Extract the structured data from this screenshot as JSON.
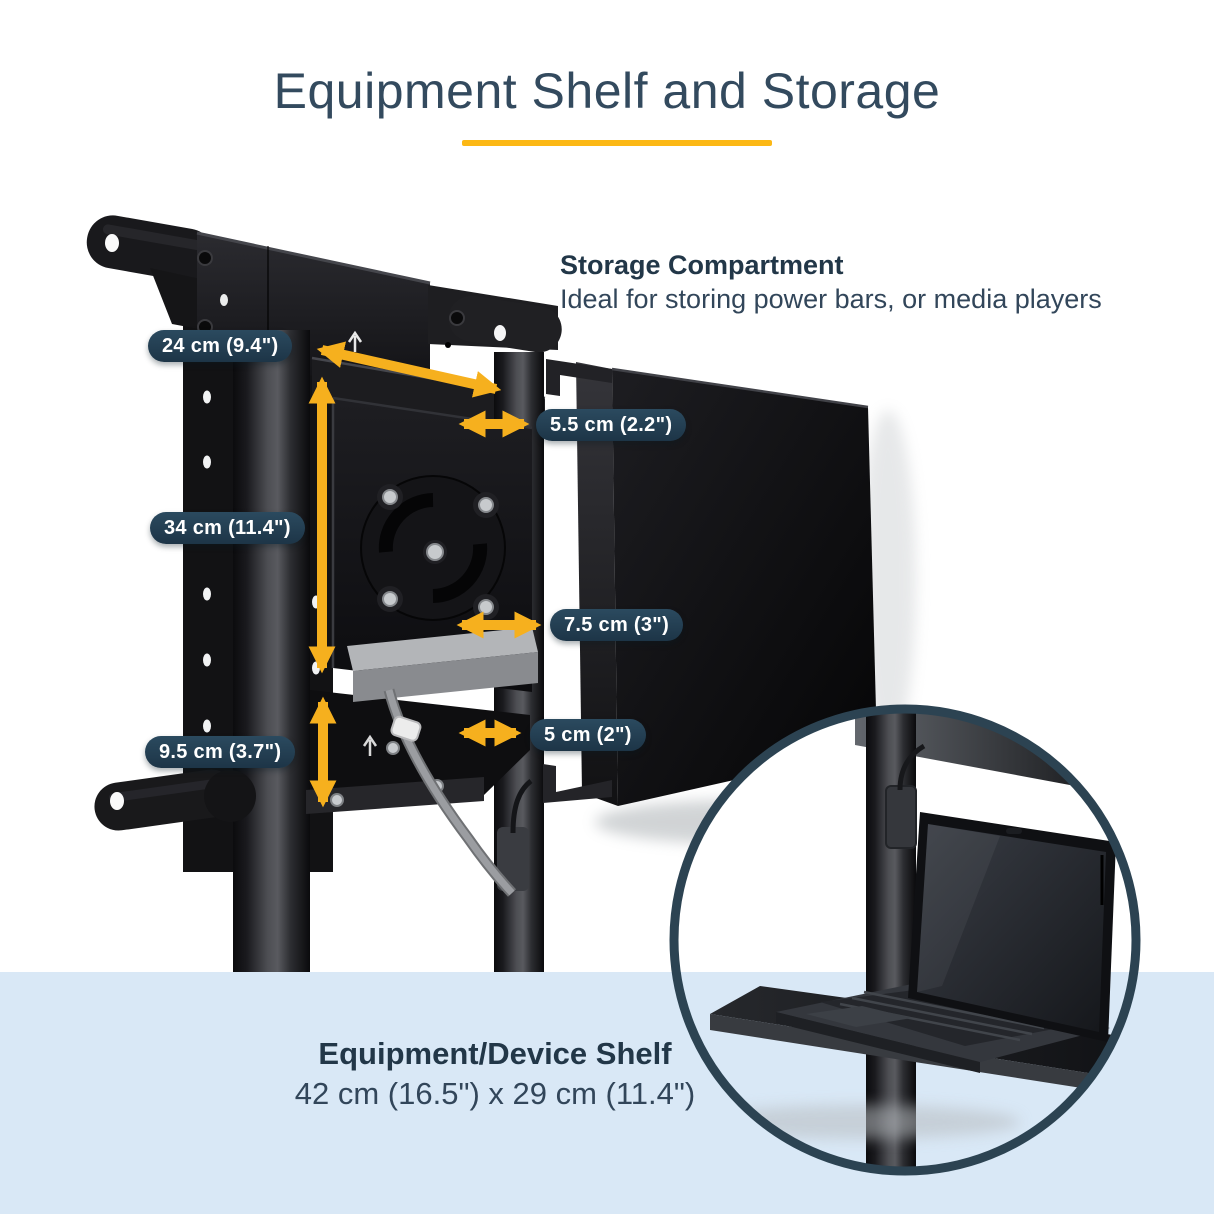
{
  "page": {
    "title": "Equipment Shelf and Storage"
  },
  "storage_compartment": {
    "heading": "Storage Compartment",
    "description": "Ideal for storing power bars, or media players"
  },
  "dimension_callouts": {
    "mount_width": "24 cm (9.4\")",
    "upper_depth": "5.5 cm (2.2\")",
    "mount_height": "34 cm (11.4\")",
    "lower_depth": "7.5 cm (3\")",
    "lower_height": "9.5 cm (3.7\")",
    "gap_depth": "5 cm (2\")"
  },
  "device_shelf": {
    "heading": "Equipment/Device Shelf",
    "dimensions": "42 cm (16.5\") x 29 cm (11.4\")"
  },
  "colors": {
    "accent_yellow": "#f6b01e",
    "underline_yellow": "#fcb815",
    "heading_navy": "#223748",
    "body_navy": "#32465a",
    "callout_pill_navy": "#223c4e",
    "band_light_blue": "#d9e8f6",
    "inset_circle_border": "#2c4352"
  }
}
